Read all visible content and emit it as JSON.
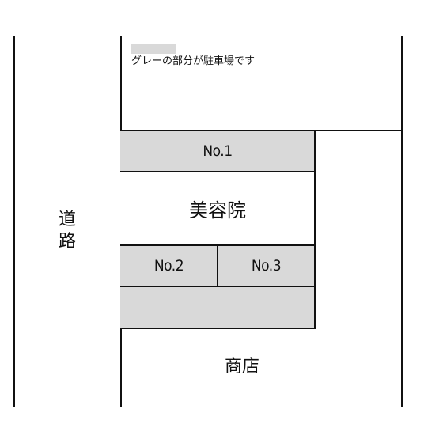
{
  "legend": {
    "swatch_color": "#d9d9d9",
    "text": "グレーの部分が駐車場です"
  },
  "road": {
    "label": "道\n路"
  },
  "parking": [
    {
      "label": "No.1"
    },
    {
      "label": "No.2"
    },
    {
      "label": "No.3"
    }
  ],
  "salon": {
    "label": "美容院"
  },
  "shop": {
    "label": "商店"
  },
  "colors": {
    "parking_fill": "#d9d9d9",
    "line": "#111111",
    "background": "#ffffff"
  }
}
